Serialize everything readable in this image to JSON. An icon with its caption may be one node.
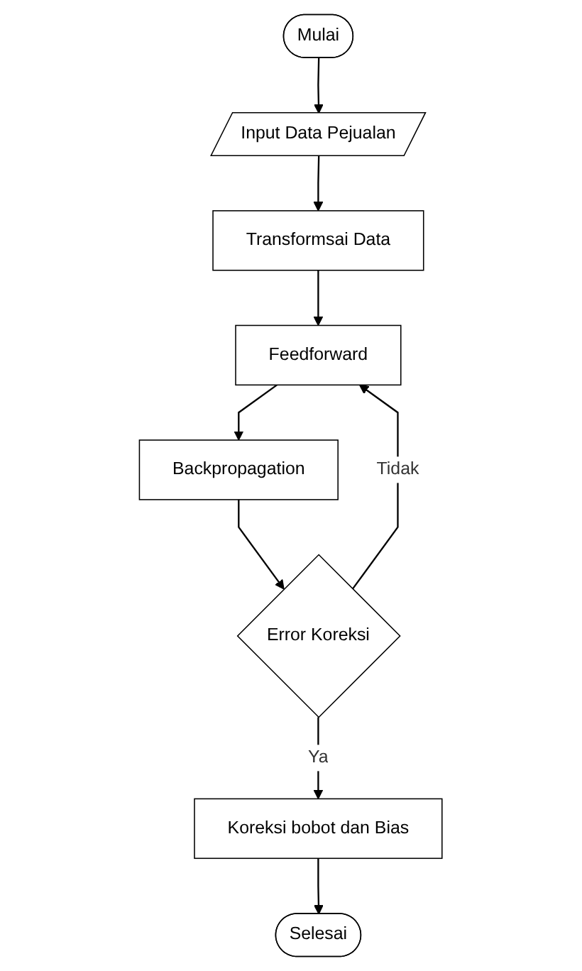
{
  "diagram": {
    "nodes": [
      {
        "text": [
          "Mulai"
        ]
      },
      {
        "text": [
          "Input Data Pejualan"
        ]
      },
      {
        "text": [
          "Transformsai Data"
        ]
      },
      {
        "text": [
          "Feedforward"
        ]
      },
      {
        "text": [
          "Backpropagation"
        ]
      },
      {
        "text": [
          "Error Koreksi"
        ]
      },
      {
        "text": [
          "Koreksi bobot dan Bias"
        ]
      },
      {
        "text": [
          "Selesai"
        ]
      }
    ],
    "edges": [
      {
        "from": 0,
        "to": 1,
        "arrow": "to"
      },
      {
        "from": 1,
        "to": 2,
        "arrow": "to"
      },
      {
        "from": 2,
        "to": 3,
        "arrow": "to"
      },
      {
        "from": 3,
        "to": 4,
        "arrow": "to"
      },
      {
        "from": 4,
        "to": 5,
        "arrow": "to"
      },
      {
        "from": 5,
        "to": 3,
        "arrow": "to",
        "label": "Tidak"
      },
      {
        "from": 5,
        "to": 6,
        "arrow": "to",
        "label": "Ya"
      },
      {
        "from": 6,
        "to": 7,
        "arrow": "to"
      }
    ]
  }
}
